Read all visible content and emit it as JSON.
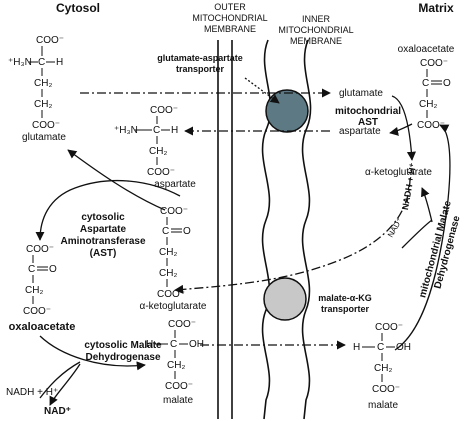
{
  "headers": {
    "cytosol": "Cytosol",
    "matrix": "Matrix",
    "outer_membrane": [
      "OUTER",
      "MITOCHONDRIAL",
      "MEMBRANE"
    ],
    "inner_membrane": [
      "INNER",
      "MITOCHONDRIAL",
      "MEMBRANE"
    ]
  },
  "transporters": {
    "glu_asp": [
      "glutamate-aspartate",
      "transporter"
    ],
    "mal_akg": [
      "malate-α-KG",
      "transporter"
    ]
  },
  "colors": {
    "glu_asp_transporter": "#5d7a84",
    "mal_akg_transporter": "#c8c8c8"
  },
  "cytosol_molecules": {
    "glutamate": "glutamate",
    "aspartate": "aspartate",
    "akg": "α-ketoglutarate",
    "oxaloacetate": "oxaloacetate",
    "malate": "malate"
  },
  "matrix_molecules": {
    "oxaloacetate": "oxaloacetate",
    "glutamate": "glutamate",
    "aspartate": "aspartate",
    "akg": "α-ketoglutarate",
    "malate": "malate"
  },
  "enzymes": {
    "cyto_ast": [
      "cytosolic",
      "Aspartate",
      "Aminotransferase",
      "(AST)"
    ],
    "cyto_mdh": [
      "cytosolic Malate",
      "Dehydrogenase"
    ],
    "mito_ast": [
      "mitochondrial",
      "AST"
    ],
    "mito_mdh": [
      "mitochondrial Malate",
      "Dehydrogenase"
    ]
  },
  "cofactors": {
    "cyto_nadh": "NADH + H⁺",
    "cyto_nad": "NAD⁺",
    "mito_nadh": "NADH + H⁺",
    "mito_nad": "NAD⁺"
  },
  "groups": {
    "coo": "COO⁻",
    "h3n": "⁺H₃N",
    "h": "H",
    "ch2": "CH₂",
    "c": "C",
    "o": "O",
    "oh": "OH"
  }
}
